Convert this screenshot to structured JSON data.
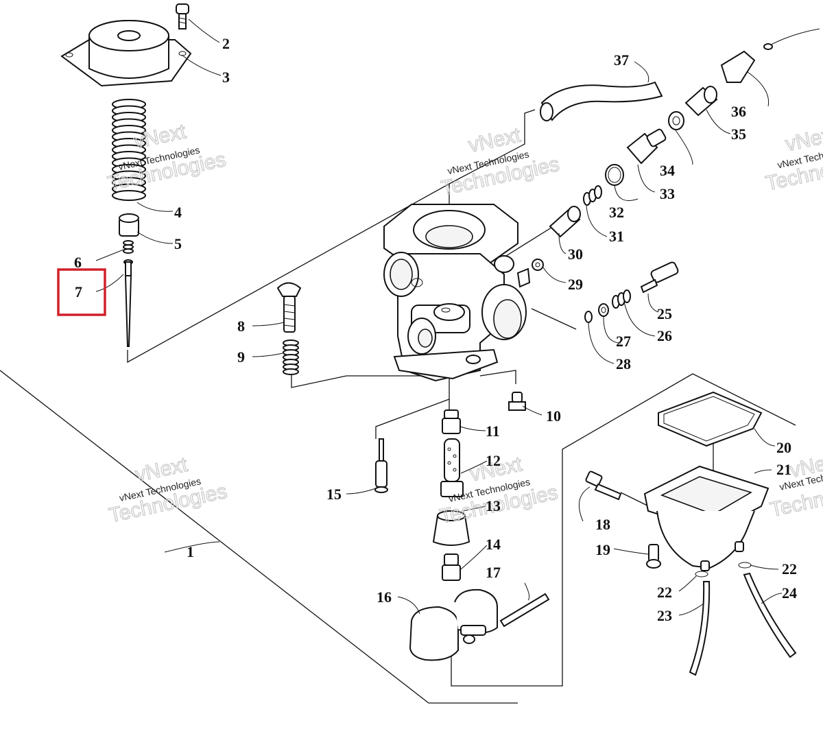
{
  "callouts": [
    "1",
    "2",
    "3",
    "4",
    "5",
    "6",
    "7",
    "8",
    "9",
    "10",
    "11",
    "12",
    "13",
    "14",
    "15",
    "16",
    "17",
    "18",
    "19",
    "20",
    "21",
    "22",
    "22",
    "23",
    "24",
    "25",
    "26",
    "27",
    "28",
    "29",
    "30",
    "31",
    "32",
    "33",
    "34",
    "35",
    "36",
    "37"
  ],
  "watermark": {
    "line1": "vNext Technologies",
    "line2": "vNext",
    "line3": "Technologies"
  },
  "highlight": {
    "label": "7",
    "color": "#d0202a"
  }
}
